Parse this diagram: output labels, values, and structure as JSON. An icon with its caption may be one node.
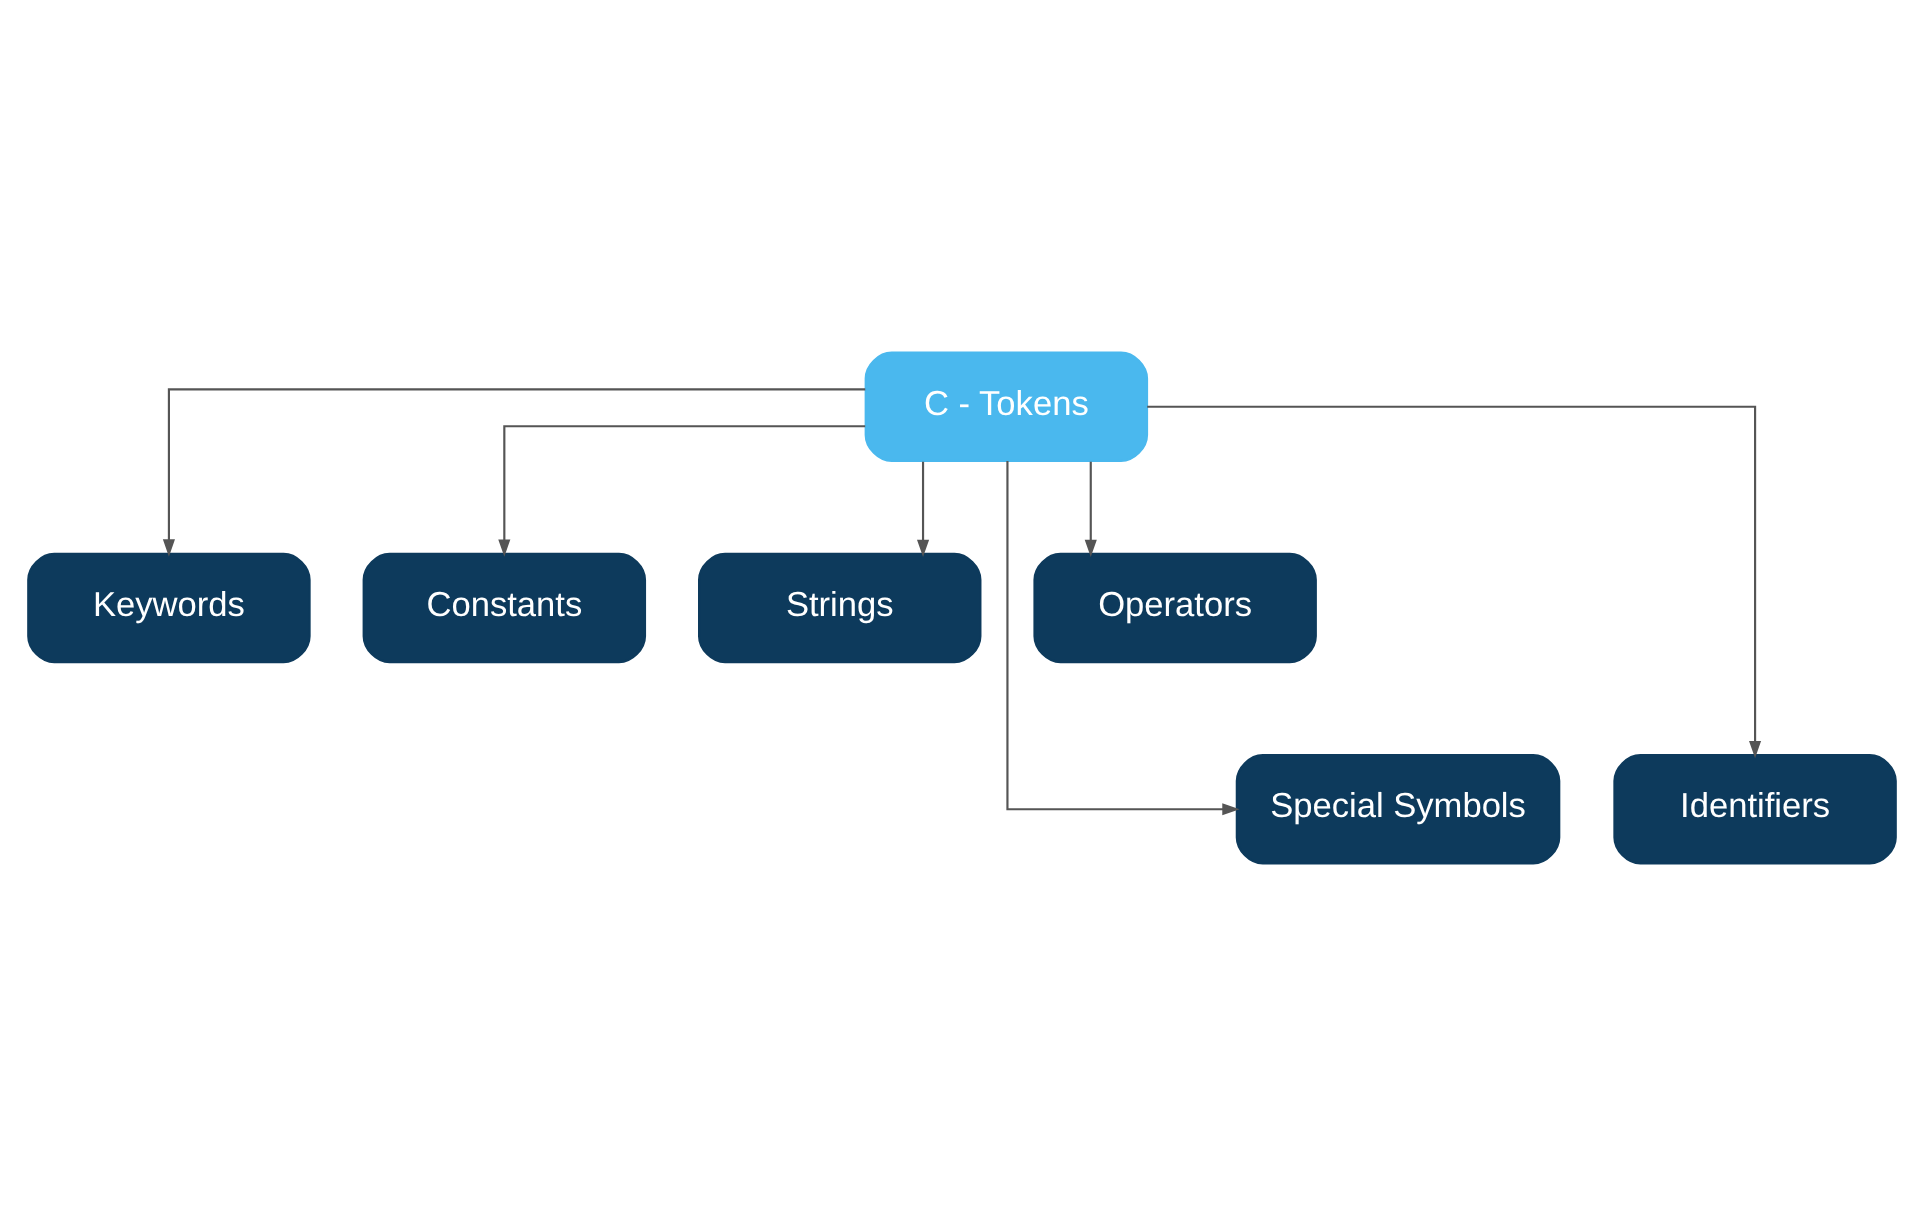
{
  "diagram": {
    "nodes": [
      {
        "text": [
          "C - Tokens"
        ]
      },
      {
        "text": [
          "Keywords"
        ]
      },
      {
        "text": [
          "Constants"
        ]
      },
      {
        "text": [
          "Strings"
        ]
      },
      {
        "text": [
          "Operators"
        ]
      },
      {
        "text": [
          "Special Symbols"
        ]
      },
      {
        "text": [
          "Identifiers"
        ]
      }
    ],
    "edges": [
      {
        "from": 0,
        "to": 1,
        "arrow": "to"
      },
      {
        "from": 0,
        "to": 5,
        "arrow": "to"
      },
      {
        "from": 0,
        "to": 2,
        "arrow": "to"
      },
      {
        "from": 0,
        "to": 3,
        "arrow": "to"
      },
      {
        "from": 0,
        "to": 6,
        "arrow": "to"
      },
      {
        "from": 0,
        "to": 4,
        "arrow": "to"
      }
    ]
  }
}
